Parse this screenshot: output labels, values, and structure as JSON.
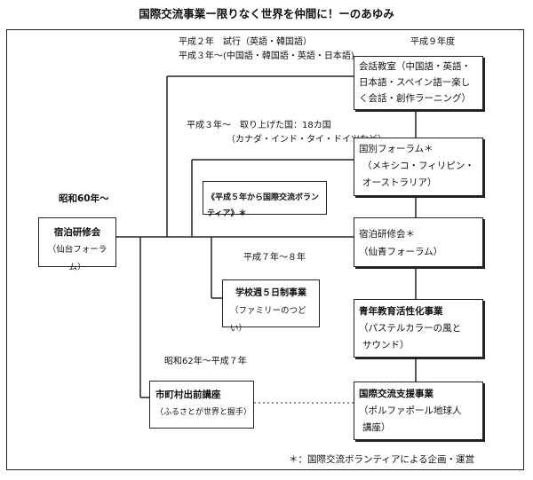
{
  "title": "国際交流事業ー限りなく世界を仲間に！ーのあゆみ",
  "labels": {
    "h2_trial": "平成２年　試行（英語・韓国語）",
    "h3_from": "平成３年～(中国語・韓国語・英語・日本語)",
    "h9": "平成９年度",
    "h3_countries": "平成３年～　取り上げた国：18カ国",
    "h3_countries_sub": "（カナダ・インド・タイ・ドイツなど）",
    "s60": "昭和60年～",
    "h7_8": "平成７年～８年",
    "s62_h7": "昭和62年～平成７年"
  },
  "boxes": {
    "kaiwa": {
      "line1": "会話教室（中国語・英語・",
      "line2": "日本語・スペイン語ー楽し",
      "line3": "く会話・創作ラーニング）"
    },
    "kokubetsu": {
      "line1": "国別フォーラム＊",
      "line2": "（メキシコ・フィリピン・",
      "line3": "オーストラリア）"
    },
    "volunteer": {
      "line1": "《平成５年から国際交流ボランティア》＊"
    },
    "shukuhaku_left": {
      "line1": "宿泊研修会",
      "line2": "（仙台フォーラム）"
    },
    "shukuhaku_right": {
      "line1": "宿泊研修会＊",
      "line2": "（仙青フォーラム）"
    },
    "gakko": {
      "line1": "学校週５日制事業",
      "line2": "（ファミリーのつどい）"
    },
    "seinen": {
      "line1": "青年教育活性化事業",
      "line2": "（パステルカラーの風と",
      "line3": "サウンド）"
    },
    "shichoson": {
      "line1": "市町村出前講座",
      "line2": "（ふるさとが世界と握手）"
    },
    "shien": {
      "line1": "国際交流支援事業",
      "line2": "（ポルファポール地球人",
      "line3": "講座）"
    }
  },
  "footnote": "＊：国際交流ボランティアによる企画・運営"
}
